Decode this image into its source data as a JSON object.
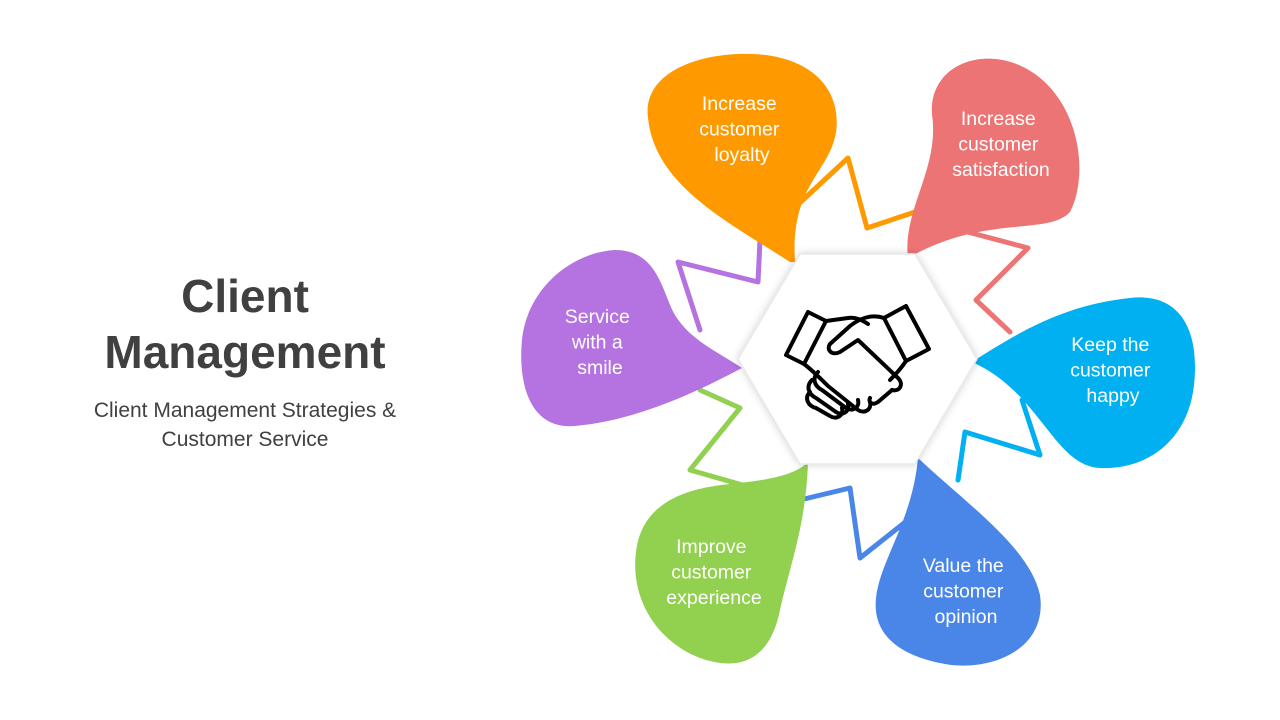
{
  "title": {
    "line1": "Client",
    "line2": "Management"
  },
  "subtitle": {
    "line1": "Client Management Strategies &",
    "line2": "Customer Service"
  },
  "center_icon": "handshake-icon",
  "petals": [
    {
      "lines": [
        "Increase",
        "customer",
        "loyalty"
      ],
      "color": "#FF9900"
    },
    {
      "lines": [
        "Increase",
        "customer",
        "satisfaction"
      ],
      "color": "#EC7474"
    },
    {
      "lines": [
        "Keep the",
        "customer",
        "happy"
      ],
      "color": "#00B0F0"
    },
    {
      "lines": [
        "Value the",
        "customer",
        "opinion"
      ],
      "color": "#4A86E8"
    },
    {
      "lines": [
        "Improve",
        "customer",
        "experience"
      ],
      "color": "#92D050"
    },
    {
      "lines": [
        "Service",
        "with a",
        "smile"
      ],
      "color": "#B473E0"
    }
  ]
}
